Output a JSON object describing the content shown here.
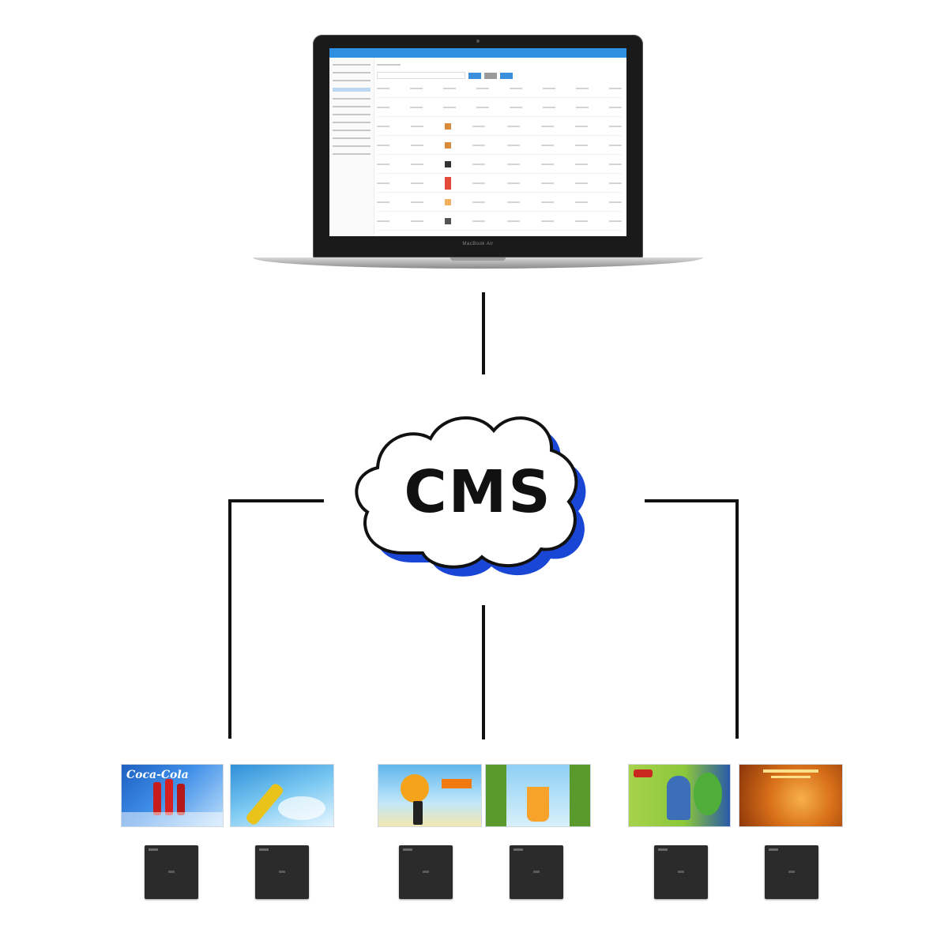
{
  "laptop": {
    "brand": "MacBook Air"
  },
  "cloud": {
    "label": "CMS",
    "accent": "#1a46d6"
  },
  "displays": [
    {
      "name": "coca-cola-ad",
      "logo": "Coca-Cola",
      "colors": [
        "#1e5fc1",
        "#d42020"
      ]
    },
    {
      "name": "bottle-splash-ad",
      "logo": "",
      "colors": [
        "#6fc3f0",
        "#e9c21a"
      ]
    },
    {
      "name": "juice-ad",
      "logo": "",
      "colors": [
        "#8bd3f6",
        "#f6a31c"
      ]
    },
    {
      "name": "orange-juice-ad",
      "logo": "",
      "colors": [
        "#b9e6fb",
        "#f7a22a"
      ]
    },
    {
      "name": "green-character-ad",
      "logo": "",
      "colors": [
        "#9ccf3c",
        "#2a5aa8"
      ]
    },
    {
      "name": "orange-fantasy-ad",
      "logo": "",
      "colors": [
        "#c85a10",
        "#f39a30"
      ]
    }
  ],
  "players": [
    "media-player-1",
    "media-player-2",
    "media-player-3",
    "media-player-4",
    "media-player-5",
    "media-player-6"
  ]
}
